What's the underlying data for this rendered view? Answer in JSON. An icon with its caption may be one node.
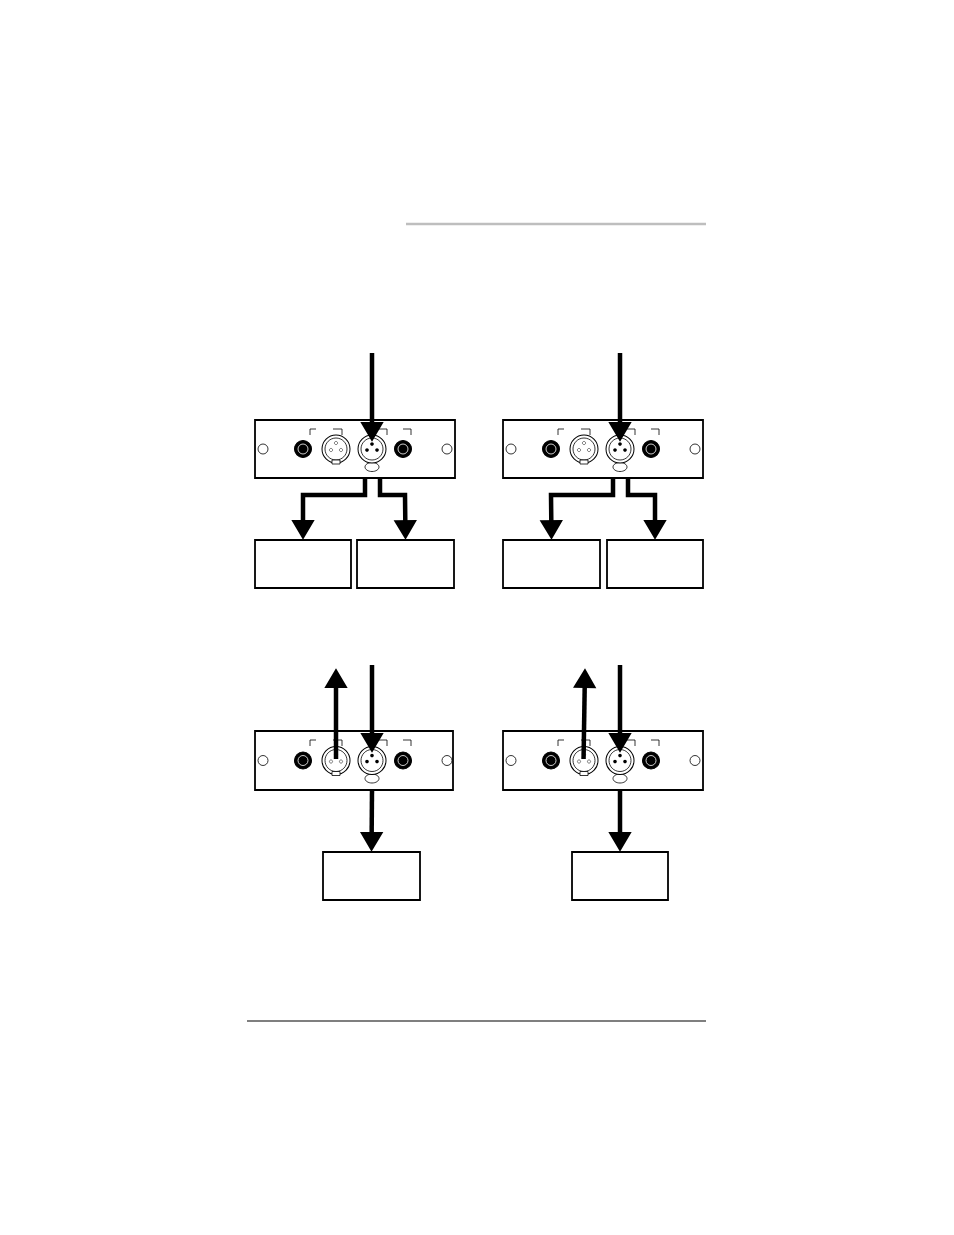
{
  "diagram": {
    "nodes": [
      {
        "text": [],
        "shape": "panel"
      },
      {
        "text": [],
        "shape": "panel"
      },
      {
        "text": [],
        "shape": "box"
      },
      {
        "text": [],
        "shape": "box"
      },
      {
        "text": [],
        "shape": "box"
      },
      {
        "text": [],
        "shape": "box"
      },
      {
        "text": [],
        "shape": "panel"
      },
      {
        "text": [],
        "shape": "panel"
      },
      {
        "text": [],
        "shape": "box"
      },
      {
        "text": [],
        "shape": "box"
      }
    ],
    "edges": [
      {
        "from": null,
        "to": 0,
        "arrow": "to"
      },
      {
        "from": 0,
        "to": 2,
        "arrow": "to"
      },
      {
        "from": 0,
        "to": 3,
        "arrow": "to"
      },
      {
        "from": null,
        "to": 1,
        "arrow": "to"
      },
      {
        "from": 1,
        "to": 4,
        "arrow": "to"
      },
      {
        "from": 1,
        "to": 5,
        "arrow": "to"
      },
      {
        "from": null,
        "to": 6,
        "arrow": "to"
      },
      {
        "from": 6,
        "to": null,
        "arrow": "to"
      },
      {
        "from": 6,
        "to": 8,
        "arrow": "to"
      },
      {
        "from": null,
        "to": 7,
        "arrow": "to"
      },
      {
        "from": 7,
        "to": null,
        "arrow": "to"
      },
      {
        "from": 7,
        "to": 9,
        "arrow": "to"
      }
    ]
  }
}
